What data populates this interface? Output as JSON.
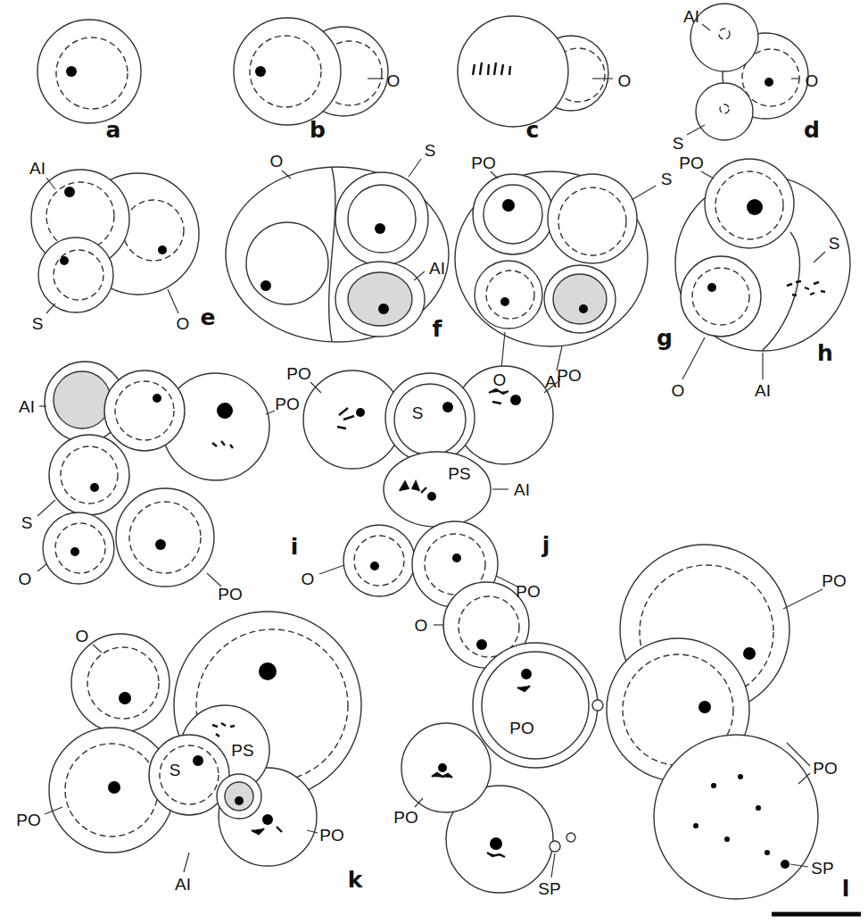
{
  "diagram": {
    "labels": [
      "a",
      "O",
      "b",
      "O",
      "c",
      "AI",
      "O",
      "S",
      "d",
      "AI",
      "S",
      "O",
      "e",
      "O",
      "S",
      "AI",
      "f",
      "PO",
      "S",
      "O",
      "AI",
      "g",
      "PO",
      "S",
      "O",
      "AI",
      "h",
      "AI",
      "PO",
      "S",
      "O",
      "PO",
      "i",
      "PO",
      "PO",
      "S",
      "PS",
      "AI",
      "O",
      "PO",
      "j",
      "O",
      "PS",
      "S",
      "PO",
      "PO",
      "AI",
      "k",
      "PO",
      "O",
      "PO",
      "PO",
      "PO",
      "SP",
      "SP",
      "l"
    ]
  }
}
